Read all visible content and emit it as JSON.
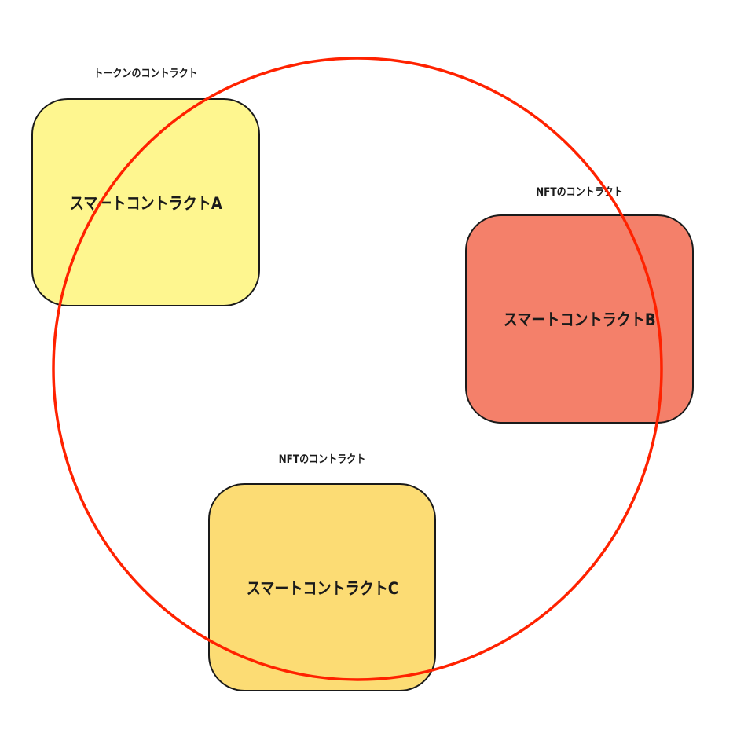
{
  "diagram": {
    "title": "",
    "nodes": [
      {
        "id": "A",
        "label": "スマートコントラクトA",
        "caption": "トークンのコントラクト",
        "fill": "#FEF68F"
      },
      {
        "id": "B",
        "label": "スマートコントラクトB",
        "caption": "NFTのコントラクト",
        "fill": "#F4806A"
      },
      {
        "id": "C",
        "label": "スマートコントラクトC",
        "caption": "NFTのコントラクト",
        "fill": "#FCDC74"
      }
    ],
    "group": {
      "shape": "circle",
      "stroke": "#FF2200",
      "encloses": [
        "A",
        "B",
        "C"
      ]
    },
    "colors": {
      "border": "#1A1A1A",
      "text": "#1A1A1A",
      "background": "#FFFFFF"
    }
  }
}
